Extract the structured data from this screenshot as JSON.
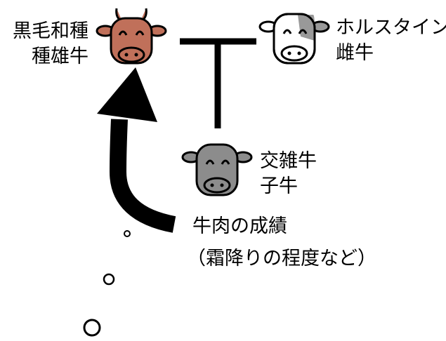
{
  "sire": {
    "line1": "黒毛和種",
    "line2": "種雄牛",
    "icon": "brown-cow-icon",
    "color": "#c0705a"
  },
  "dam": {
    "line1": "ホルスタイン",
    "line2": "雌牛",
    "icon": "holstein-cow-icon",
    "color": "#ffffff",
    "patch_color": "#999999"
  },
  "calf": {
    "line1": "交雑牛",
    "line2": "子牛",
    "icon": "gray-cow-icon",
    "color": "#8c8c8c"
  },
  "feedback": {
    "line1": "牛肉の成績",
    "line2": "（霜降りの程度など）"
  }
}
